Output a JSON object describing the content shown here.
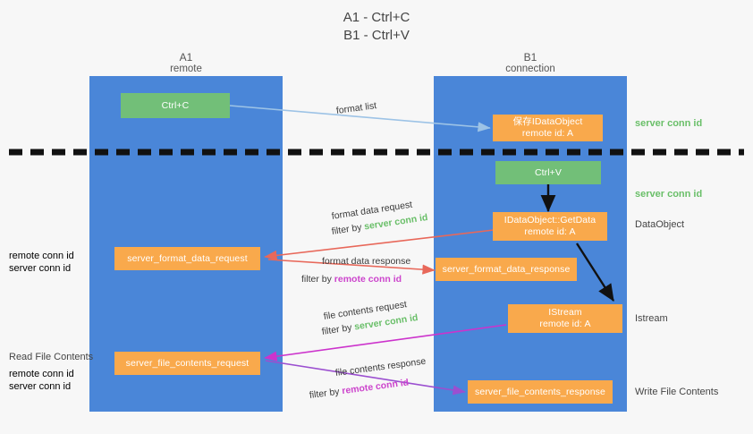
{
  "title": {
    "line1": "A1 - Ctrl+C",
    "line2": "B1 - Ctrl+V"
  },
  "lanes": [
    {
      "id": "a1",
      "name": "A1",
      "role": "remote",
      "color": "#4a86d8"
    },
    {
      "id": "b1",
      "name": "B1",
      "role": "connection",
      "color": "#4a86d8"
    }
  ],
  "nodes": {
    "ctrl_c": {
      "line1": "Ctrl+C",
      "line2": "",
      "color": "#72bf78"
    },
    "save_idataobject": {
      "line1": "保存IDataObject",
      "line2": "remote id: A",
      "color": "#f9a94c"
    },
    "ctrl_v": {
      "line1": "Ctrl+V",
      "line2": "",
      "color": "#72bf78"
    },
    "getdata": {
      "line1": "IDataObject::GetData",
      "line2": "remote id: A",
      "color": "#f9a94c"
    },
    "istream": {
      "line1": "IStream",
      "line2": "remote id: A",
      "color": "#f9a94c"
    },
    "fmt_data_request": {
      "line1": "server_format_data_request",
      "line2": "",
      "color": "#f9a94c"
    },
    "fmt_data_response": {
      "line1": "server_format_data_response",
      "line2": "",
      "color": "#f9a94c"
    },
    "file_req": {
      "line1": "server_file_contents_request",
      "line2": "",
      "color": "#f9a94c"
    },
    "file_resp": {
      "line1": "server_file_contents_response",
      "line2": "",
      "color": "#f9a94c"
    }
  },
  "edge_labels": {
    "format_list": "format list",
    "format_data_request": "format data request",
    "format_data_request_filter_prefix": "filter by ",
    "format_data_request_filter_value": "server conn id",
    "format_data_response": "format data response",
    "format_data_response_filter_prefix": "filter by ",
    "format_data_response_filter_value": "remote conn id",
    "file_contents_request": "file contents request",
    "file_contents_request_filter_prefix": "filter by ",
    "file_contents_request_filter_value": "server conn id",
    "file_contents_response": "file contents response",
    "file_contents_response_filter_prefix": "filter by ",
    "file_contents_response_filter_value": "remote conn id"
  },
  "annotations": {
    "right_server_conn_id_top": "server conn id",
    "right_server_conn_id_mid": "server conn id",
    "right_dataobject": "DataObject",
    "right_istream": "Istream",
    "right_write_file_contents": "Write File Contents",
    "left_remote_conn_id_1": "remote conn id",
    "left_server_conn_id_1": "server conn id",
    "left_read_file_contents": "Read File Contents",
    "left_remote_conn_id_2": "remote conn id",
    "left_server_conn_id_2": "server conn id"
  },
  "colors": {
    "lane": "#4a86d8",
    "orange": "#f9a94c",
    "green_box": "#72bf78",
    "green_text": "#6abf69",
    "magenta_text": "#cc44cc",
    "arrow_blue": "#9dc3e6",
    "arrow_red": "#e8685a",
    "arrow_magenta": "#cc33cc",
    "arrow_purple": "#9b4fd0",
    "arrow_black": "#111111",
    "background": "#f7f7f7"
  }
}
